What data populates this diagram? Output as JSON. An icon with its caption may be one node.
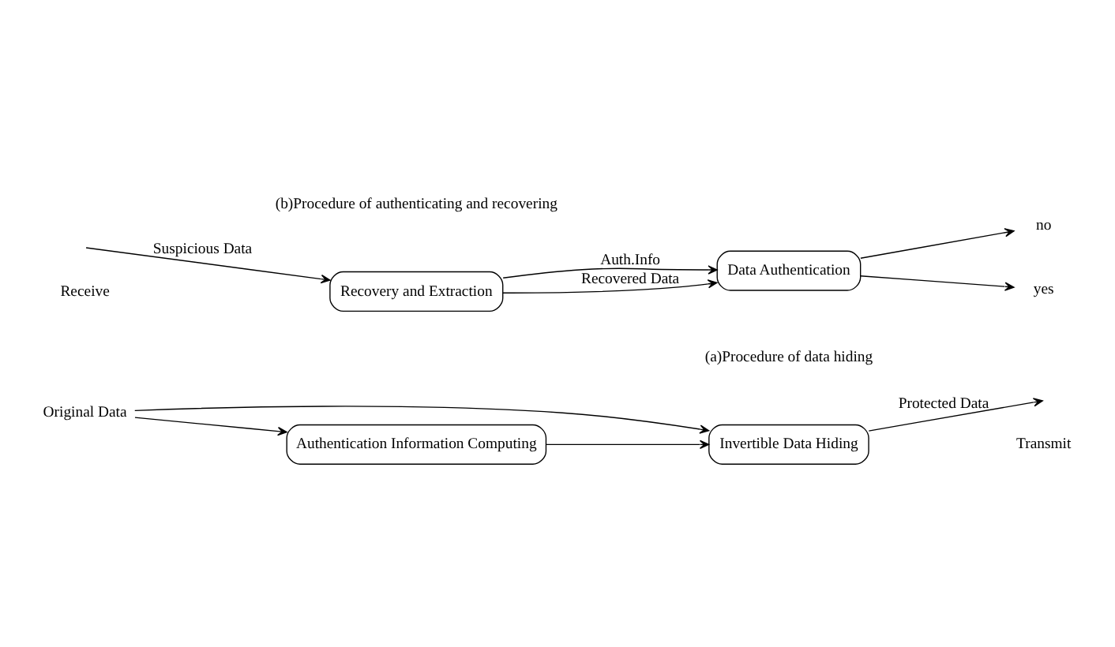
{
  "diagram": {
    "nodes": [
      {
        "text": [
          "Original Data"
        ]
      },
      {
        "text": [
          "Authentication Information Computing"
        ]
      },
      {
        "text": [
          "Invertible Data Hiding"
        ]
      },
      {
        "text": [
          "Recovery and Extraction"
        ]
      },
      {
        "text": [
          "Data Authentication"
        ]
      },
      {
        "text": [
          "yes"
        ]
      },
      {
        "text": [
          "no"
        ]
      }
    ],
    "edges": [
      {
        "from": 0,
        "to": 1,
        "arrow": "to"
      },
      {
        "from": 0,
        "to": 2,
        "arrow": "to"
      },
      {
        "from": 1,
        "to": 2,
        "arrow": "to"
      },
      {
        "from": 2,
        "to": null,
        "arrow": "to",
        "label": "Protected Data"
      },
      {
        "from": null,
        "to": 3,
        "arrow": "to",
        "label": "Suspicious Data"
      },
      {
        "from": 3,
        "to": 4,
        "arrow": "to",
        "label": "Recovered Data"
      },
      {
        "from": 3,
        "to": 4,
        "arrow": "to",
        "label": "Auth.Info"
      },
      {
        "from": 4,
        "to": 5,
        "arrow": "to"
      },
      {
        "from": 4,
        "to": 6,
        "arrow": "to"
      }
    ],
    "labels": [
      "Transmit",
      "(a)Procedure of data hiding",
      "Receive",
      "(b)Procedure of authenticating and recovering"
    ]
  }
}
